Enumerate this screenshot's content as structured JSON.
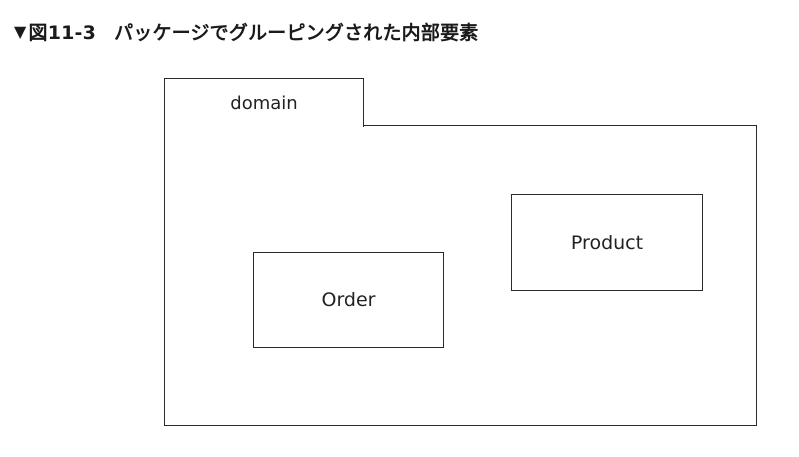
{
  "caption": {
    "marker": "▼",
    "figure_number": "図11-3",
    "title": "パッケージでグルーピングされた内部要素"
  },
  "package": {
    "name": "domain",
    "classes": [
      {
        "name": "Product"
      },
      {
        "name": "Order"
      }
    ]
  }
}
